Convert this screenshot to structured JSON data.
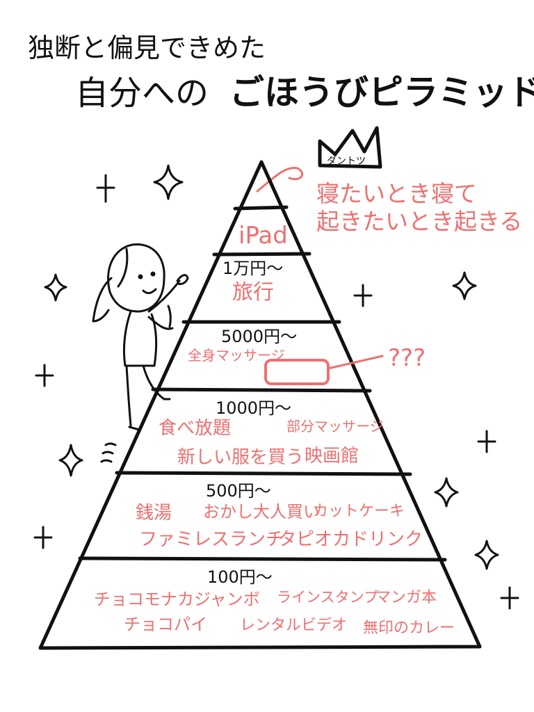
{
  "title": {
    "line1": "独断と偏見できめた",
    "line2a": "自分への",
    "line2b": "ごほうびピラミッド"
  },
  "crown": {
    "label": "ダントツ"
  },
  "top_note": {
    "line1": "寝たいとき寝て",
    "line2": "起きたいとき起きる"
  },
  "question": "???",
  "tiers": [
    {
      "price": "",
      "items": [
        "iPad"
      ]
    },
    {
      "price": "1万円〜",
      "items": [
        "旅行"
      ]
    },
    {
      "price": "5000円〜",
      "items": [
        "全身マッサージ"
      ]
    },
    {
      "price": "1000円〜",
      "items": [
        "食べ放題",
        "部分マッサージ",
        "新しい服を買う",
        "映画館"
      ]
    },
    {
      "price": "500円〜",
      "items": [
        "銭湯",
        "おかし大人買い",
        "カットケーキ",
        "ファミレスランチ",
        "タピオカドリンク"
      ]
    },
    {
      "price": "100円〜",
      "items": [
        "チョコモナカジャンボ",
        "ラインスタンプ",
        "マンガ本",
        "チョコパイ",
        "レンタルビデオ",
        "無印のカレー"
      ]
    }
  ],
  "colors": {
    "ink": "#111111",
    "accent": "#ef6f6f"
  }
}
